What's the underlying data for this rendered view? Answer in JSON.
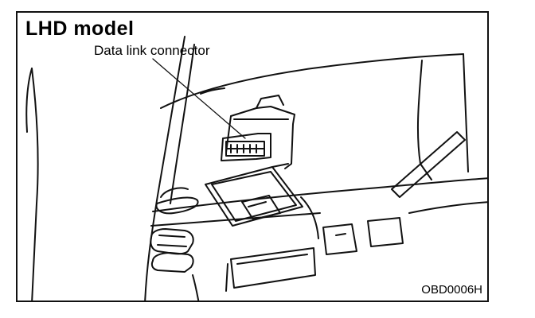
{
  "figure": {
    "title": "LHD model",
    "callout_label": "Data link connector",
    "figure_code": "OBD0006H"
  },
  "colors": {
    "line": "#111111",
    "background": "#ffffff"
  }
}
